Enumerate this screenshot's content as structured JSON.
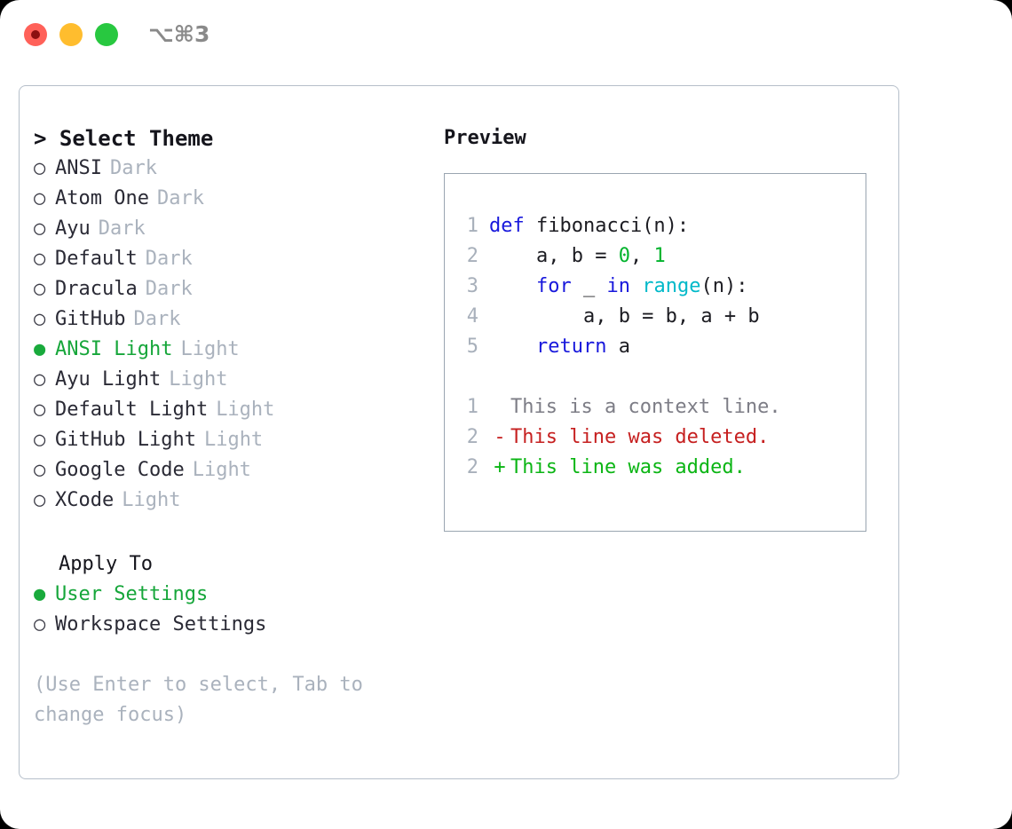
{
  "titlebar": {
    "shortcut": "⌥⌘3",
    "buttons": [
      {
        "name": "close",
        "color": "#ff6159"
      },
      {
        "name": "minimize",
        "color": "#ffbd2e"
      },
      {
        "name": "maximize",
        "color": "#28c840"
      }
    ]
  },
  "theme_selector": {
    "header": "> Select Theme",
    "selected_marker": "●",
    "unselected_marker": "○",
    "items": [
      {
        "name": "ANSI",
        "kind": "Dark",
        "selected": false
      },
      {
        "name": "Atom One",
        "kind": "Dark",
        "selected": false
      },
      {
        "name": "Ayu",
        "kind": "Dark",
        "selected": false
      },
      {
        "name": "Default",
        "kind": "Dark",
        "selected": false
      },
      {
        "name": "Dracula",
        "kind": "Dark",
        "selected": false
      },
      {
        "name": "GitHub",
        "kind": "Dark",
        "selected": false
      },
      {
        "name": "ANSI Light",
        "kind": "Light",
        "selected": true
      },
      {
        "name": "Ayu Light",
        "kind": "Light",
        "selected": false
      },
      {
        "name": "Default Light",
        "kind": "Light",
        "selected": false
      },
      {
        "name": "GitHub Light",
        "kind": "Light",
        "selected": false
      },
      {
        "name": "Google Code",
        "kind": "Light",
        "selected": false
      },
      {
        "name": "XCode",
        "kind": "Light",
        "selected": false
      }
    ]
  },
  "apply_to": {
    "header": "Apply To",
    "options": [
      {
        "label": "User Settings",
        "selected": true
      },
      {
        "label": "Workspace Settings",
        "selected": false
      }
    ]
  },
  "hint": "(Use Enter to select, Tab to change focus)",
  "preview": {
    "header": "Preview",
    "code_lines": [
      {
        "number": "1",
        "tokens": [
          {
            "text": "def ",
            "type": "kw"
          },
          {
            "text": "fibonacci(n):",
            "type": "plain"
          }
        ]
      },
      {
        "number": "2",
        "tokens": [
          {
            "text": "    a, b = ",
            "type": "plain"
          },
          {
            "text": "0",
            "type": "num"
          },
          {
            "text": ", ",
            "type": "plain"
          },
          {
            "text": "1",
            "type": "num"
          }
        ]
      },
      {
        "number": "3",
        "tokens": [
          {
            "text": "    ",
            "type": "plain"
          },
          {
            "text": "for",
            "type": "kw"
          },
          {
            "text": " _ ",
            "type": "plain"
          },
          {
            "text": "in",
            "type": "kw"
          },
          {
            "text": " ",
            "type": "plain"
          },
          {
            "text": "range",
            "type": "fn"
          },
          {
            "text": "(n):",
            "type": "plain"
          }
        ]
      },
      {
        "number": "4",
        "tokens": [
          {
            "text": "        a, b = b, a + b",
            "type": "plain"
          }
        ]
      },
      {
        "number": "5",
        "tokens": [
          {
            "text": "    ",
            "type": "plain"
          },
          {
            "text": "return",
            "type": "kw"
          },
          {
            "text": " a",
            "type": "plain"
          }
        ]
      }
    ],
    "diff_lines": [
      {
        "number": "1",
        "sign": " ",
        "text": "This is a context line.",
        "type": "ctx"
      },
      {
        "number": "2",
        "sign": "-",
        "text": "This line was deleted.",
        "type": "del"
      },
      {
        "number": "2",
        "sign": "+",
        "text": "This line was added.",
        "type": "add"
      }
    ]
  },
  "colors": {
    "accent_green": "#16a63a",
    "muted": "#aab2bd",
    "text": "#2a2a35",
    "border": "#b6bfca",
    "preview_border": "#9aa5b1",
    "keyword": "#1818dc",
    "function": "#00b9c9",
    "number": "#00b32c",
    "diff_delete": "#c62020",
    "diff_add": "#0bb514",
    "diff_context": "#7d7d86"
  }
}
